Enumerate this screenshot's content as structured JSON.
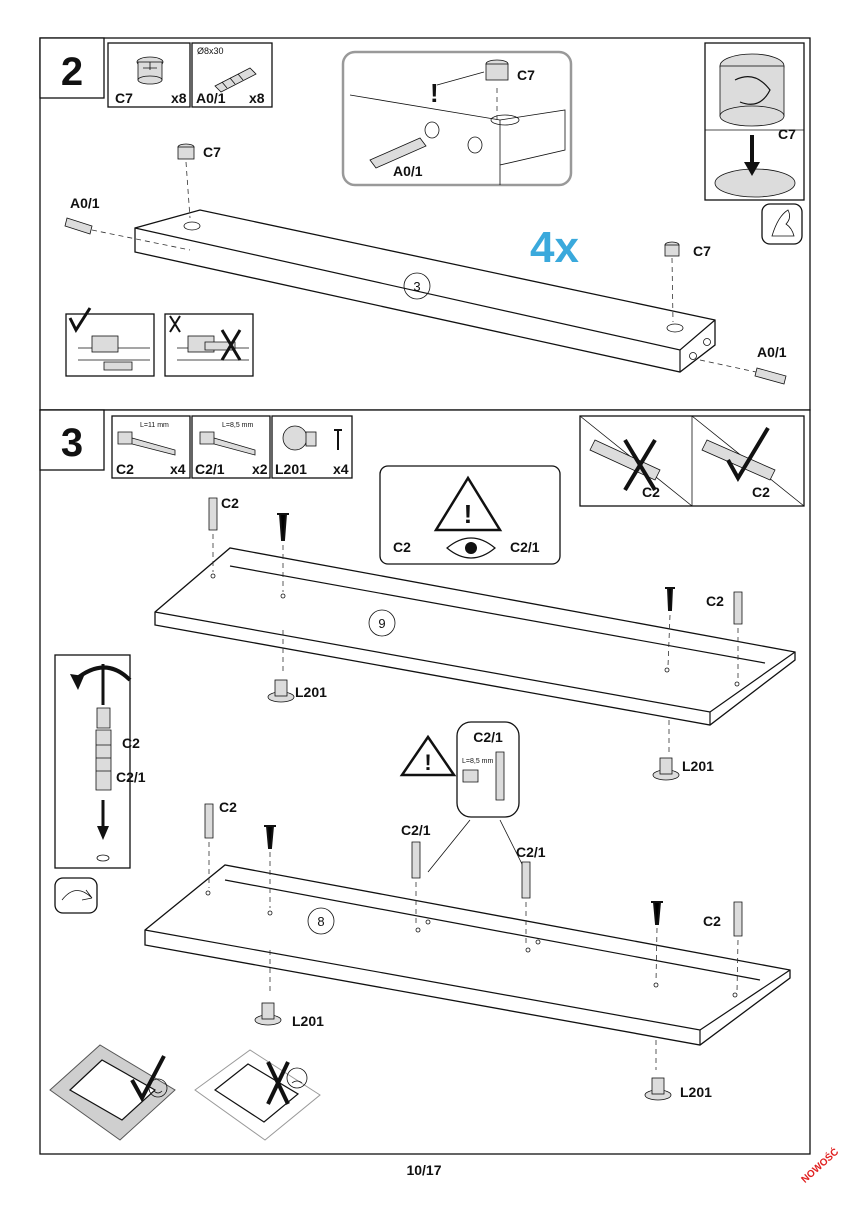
{
  "page": {
    "number": "10/17",
    "corner_stamp": "NOWOŚĆ"
  },
  "accent_color": "#3aa9dc",
  "stamp_color": "#e02020",
  "step2": {
    "number": "2",
    "parts": [
      {
        "code": "C7",
        "qty": "x8"
      },
      {
        "code": "A0/1",
        "qty": "x8",
        "size": "Ø8x30"
      }
    ],
    "inset_labels": {
      "warning": "!",
      "cam": "C7",
      "dowel": "A0/1"
    },
    "topright_label": "C7",
    "multiplier": "4x",
    "panel_number": "3",
    "labels": {
      "cam_left": "C7",
      "cam_right": "C7",
      "dowel_left": "A0/1",
      "dowel_right": "A0/1"
    }
  },
  "step3": {
    "number": "3",
    "parts": [
      {
        "code": "C2",
        "qty": "x4",
        "dim": "L=11 mm"
      },
      {
        "code": "C2/1",
        "qty": "x2",
        "dim": "L=8,5 mm"
      },
      {
        "code": "L201",
        "qty": "x4"
      }
    ],
    "bad_good": {
      "wrong": "C2",
      "right": "C2"
    },
    "eye_box": {
      "left": "C2",
      "right": "C2/1"
    },
    "panels": {
      "upper": "9",
      "lower": "8"
    },
    "upper_labels": {
      "bolt_left": "C2",
      "bolt_right": "C2",
      "foot_left": "L201",
      "foot_right": "L201"
    },
    "side_labels": {
      "bolt": "C2",
      "sleeve": "C2/1"
    },
    "callout": {
      "title": "C2/1",
      "dim": "L=8,5 mm"
    },
    "lower_labels": {
      "bolt_left": "C2",
      "sleeve_left": "C2/1",
      "sleeve_right": "C2/1",
      "bolt_right": "C2",
      "foot_left": "L201",
      "foot_right": "L201"
    }
  }
}
